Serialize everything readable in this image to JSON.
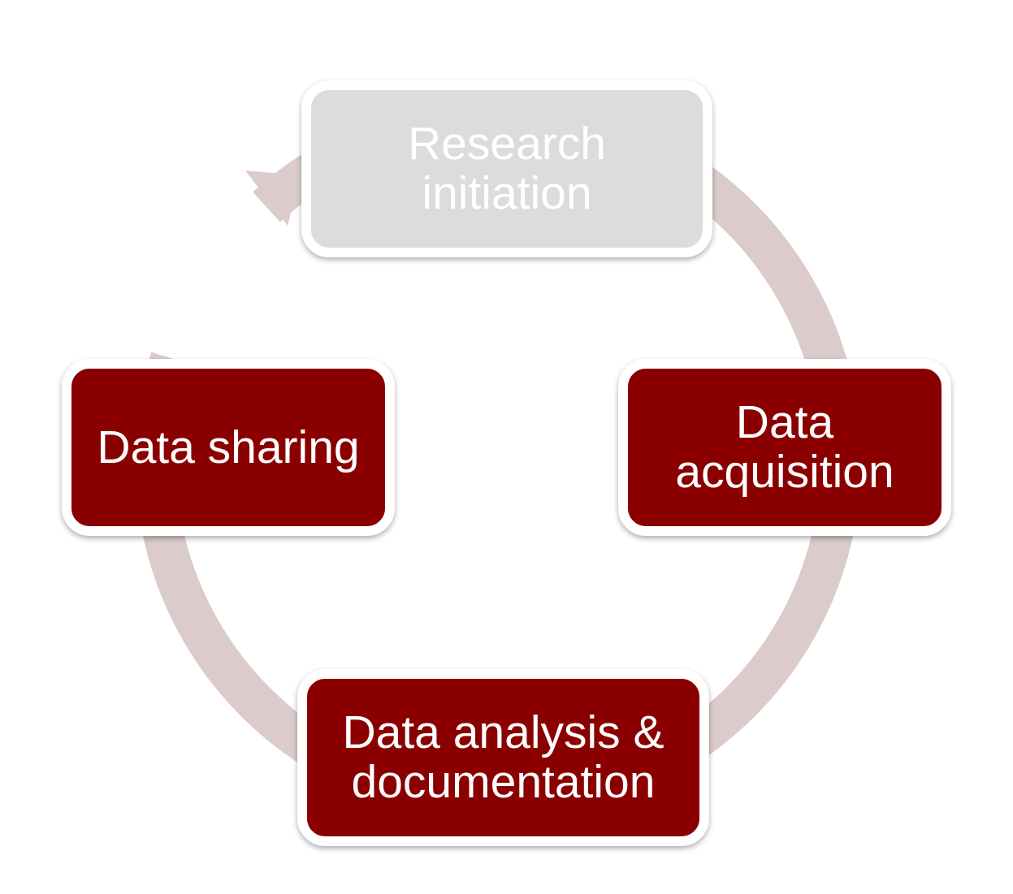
{
  "diagram": {
    "type": "cycle",
    "ring_color": "#dccbcb",
    "stages": [
      {
        "id": "research-initiation",
        "lines": [
          "Research",
          "initiation"
        ],
        "fill": "#dcdcdc",
        "text_color": "#ffffff",
        "active": false
      },
      {
        "id": "data-acquisition",
        "lines": [
          "Data",
          "acquisition"
        ],
        "fill": "#8a0000",
        "text_color": "#ffffff",
        "active": true
      },
      {
        "id": "data-analysis-documentation",
        "lines": [
          "Data analysis &",
          "documentation"
        ],
        "fill": "#8a0000",
        "text_color": "#ffffff",
        "active": true
      },
      {
        "id": "data-sharing",
        "lines": [
          "Data sharing"
        ],
        "fill": "#8a0000",
        "text_color": "#ffffff",
        "active": true
      }
    ]
  }
}
